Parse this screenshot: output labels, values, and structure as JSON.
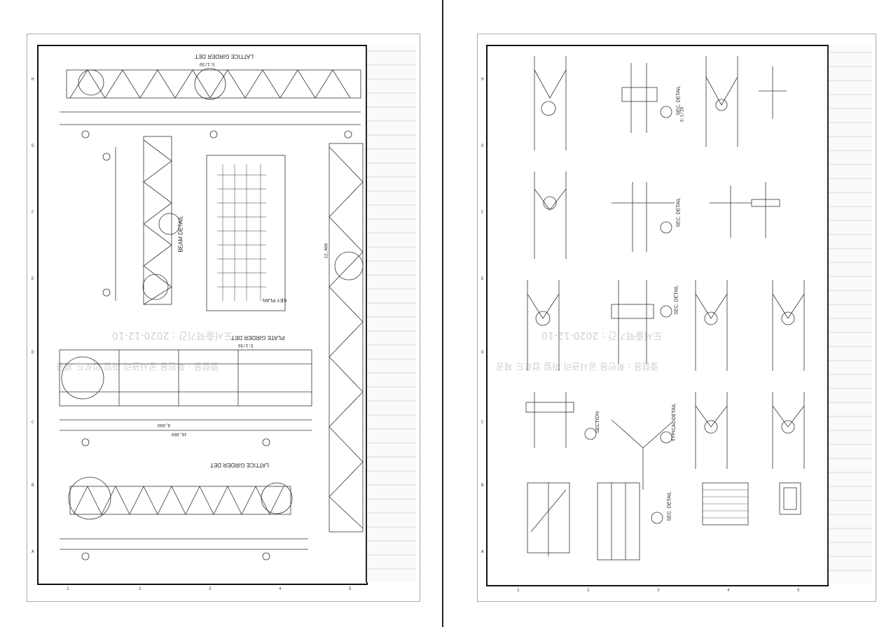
{
  "left_sheet": {
    "titles": {
      "lattice_girder_top": "LATTICE GIRDER DET",
      "beam_detail": "BEAM DETAIL",
      "key_plan": "KEY PLAN",
      "plate_girder": "PLATE GIRDER DET",
      "lattice_girder_bottom": "LATTICE GIRDER DET",
      "scale_a": "S:1/30",
      "scale_b": "S:1/30",
      "dim_total": "16,000",
      "dim_a": "8,000",
      "dim_b": "12,000"
    },
    "border_letters": [
      "H",
      "G",
      "F",
      "E",
      "D",
      "C",
      "B",
      "A"
    ],
    "border_numbers": [
      "1",
      "2",
      "3",
      "4",
      "5"
    ],
    "watermark": "도서출력기간 : 2020-12-10",
    "watermark2": "열람용 : 확인용 공사관리 파일 업로드 제공"
  },
  "right_sheet": {
    "titles": {
      "sec_detail_1": "SEC. DETAIL",
      "sec_detail_2": "SEC. DETAIL",
      "sec_detail_3": "SEC. DETAIL",
      "section": "SECTION",
      "typical_detail": "TYPICAL DETAIL",
      "sec_detail_4": "SEC. DETAIL",
      "scale": "S:1/20"
    },
    "border_letters": [
      "H",
      "G",
      "F",
      "E",
      "D",
      "C",
      "B",
      "A"
    ],
    "border_numbers": [
      "1",
      "2",
      "3",
      "4",
      "5"
    ],
    "watermark": "도서출력기간 : 2020-12-10",
    "watermark2": "열람용 : 확인용 공사관리 파일 업로드 제공"
  }
}
